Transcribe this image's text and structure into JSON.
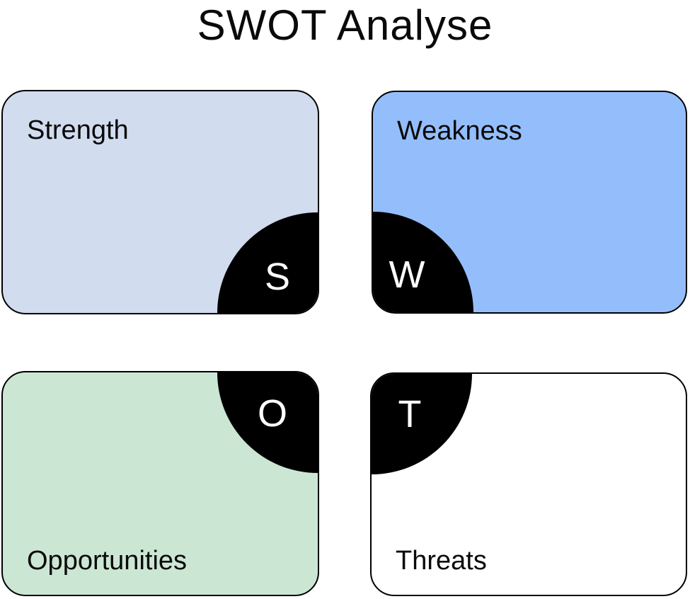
{
  "title": "SWOT Analyse",
  "quadrants": [
    {
      "label": "Strength",
      "letter": "S",
      "fill": "#d2dcef",
      "badge_position": "bottom-right"
    },
    {
      "label": "Weakness",
      "letter": "W",
      "fill": "#94befb",
      "badge_position": "bottom-left"
    },
    {
      "label": "Opportunities",
      "letter": "O",
      "fill": "#cce6d4",
      "badge_position": "top-right"
    },
    {
      "label": "Threats",
      "letter": "T",
      "fill": "#ffffff",
      "badge_position": "top-left"
    }
  ],
  "colors": {
    "page_background": "#ffffff",
    "card_border": "#000000",
    "badge_fill": "#000000",
    "badge_letter": "#ffffff",
    "text": "#0a0a0a"
  }
}
